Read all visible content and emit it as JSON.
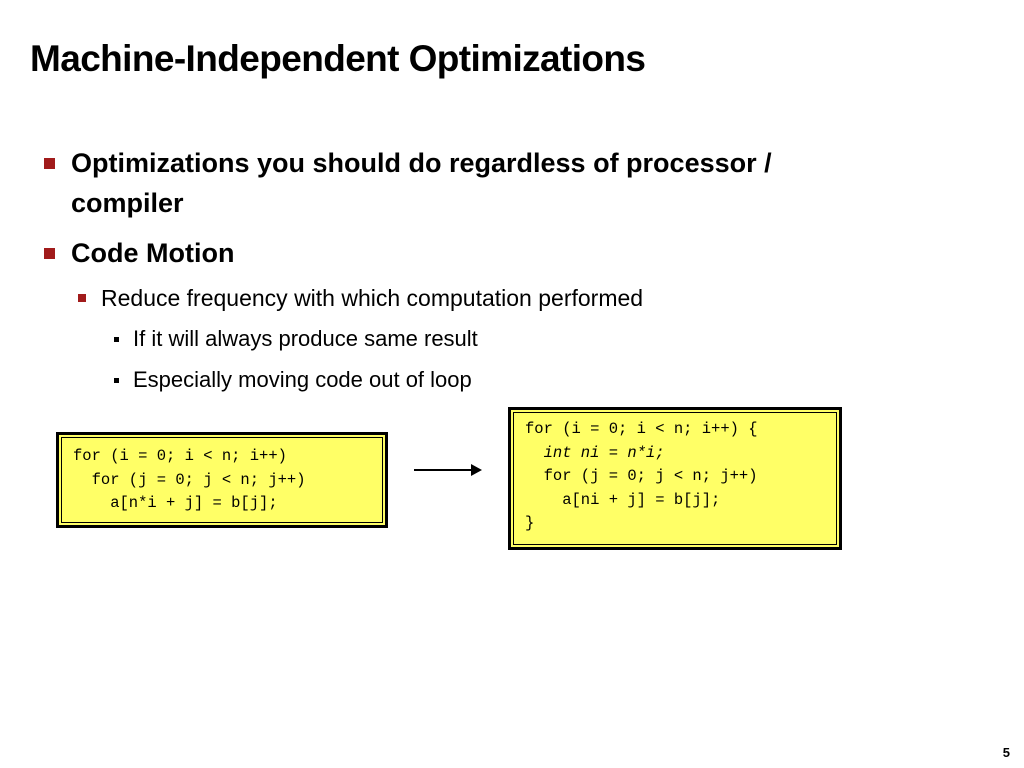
{
  "slide": {
    "title": "Machine-Independent Optimizations",
    "bullets": {
      "b1_line1": "Optimizations you should do regardless of processor /",
      "b1_line2": "compiler",
      "b2": "Code Motion",
      "b2_sub1": "Reduce frequency with which computation performed",
      "b2_sub1_a": "If it will always produce same result",
      "b2_sub1_b": "Especially moving code out of loop"
    },
    "code_before": [
      "for (i = 0; i < n; i++)",
      "  for (j = 0; j < n; j++)",
      "    a[n*i + j] = b[j];"
    ],
    "code_after": [
      "for (i = 0; i < n; i++) {",
      "  int ni = n*i;",
      "  for (j = 0; j < n; j++)",
      "    a[ni + j] = b[j];",
      "}"
    ],
    "page_number": "5",
    "colors": {
      "bullet_marker": "#a11b1b",
      "code_background": "#ffff66"
    },
    "icons": {
      "arrow": "right-arrow-icon"
    }
  }
}
